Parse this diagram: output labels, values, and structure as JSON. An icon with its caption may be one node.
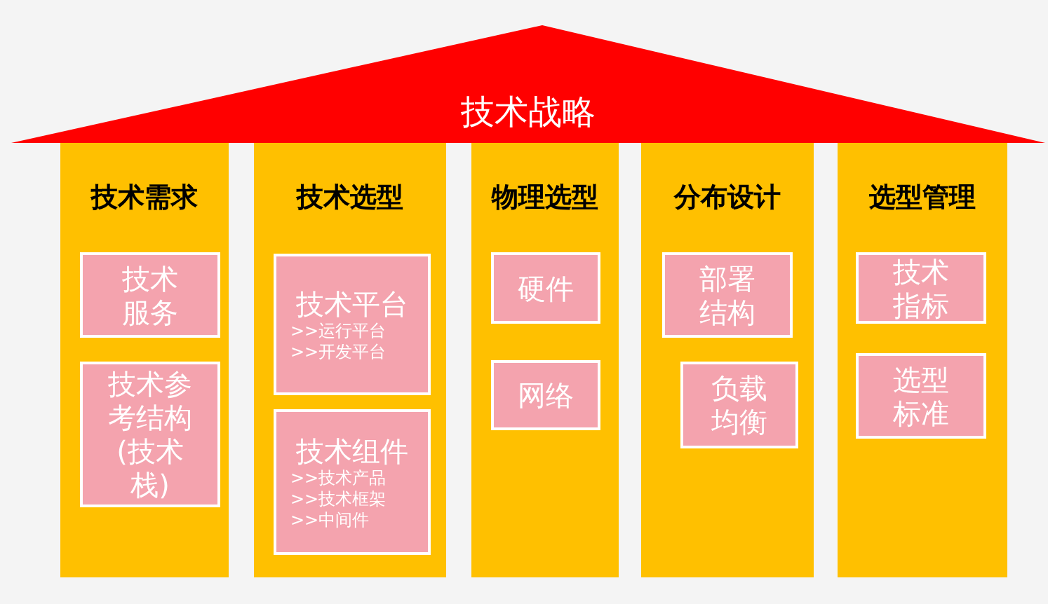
{
  "diagram": {
    "nodes": [
      {
        "text": [
          "技术战略"
        ]
      },
      {
        "text": [
          "技术需求"
        ]
      },
      {
        "text": [
          "技术服务"
        ],
        "in": 1
      },
      {
        "text": [
          "技术参考结构(技术栈)"
        ],
        "in": 1
      },
      {
        "text": [
          "技术选型"
        ]
      },
      {
        "text": [
          "技术平台",
          ">>运行平台",
          ">>开发平台"
        ],
        "in": 4
      },
      {
        "text": [
          "技术组件",
          ">>技术产品",
          ">>技术框架",
          ">>中间件"
        ],
        "in": 4
      },
      {
        "text": [
          "物理选型"
        ]
      },
      {
        "text": [
          "硬件"
        ],
        "in": 7
      },
      {
        "text": [
          "网络"
        ],
        "in": 7
      },
      {
        "text": [
          "分布设计"
        ]
      },
      {
        "text": [
          "部署结构"
        ],
        "in": 10
      },
      {
        "text": [
          "负载均衡"
        ],
        "in": 10
      },
      {
        "text": [
          "选型管理"
        ]
      },
      {
        "text": [
          "技术指标"
        ],
        "in": 13
      },
      {
        "text": [
          "选型标准"
        ],
        "in": 13
      }
    ]
  }
}
